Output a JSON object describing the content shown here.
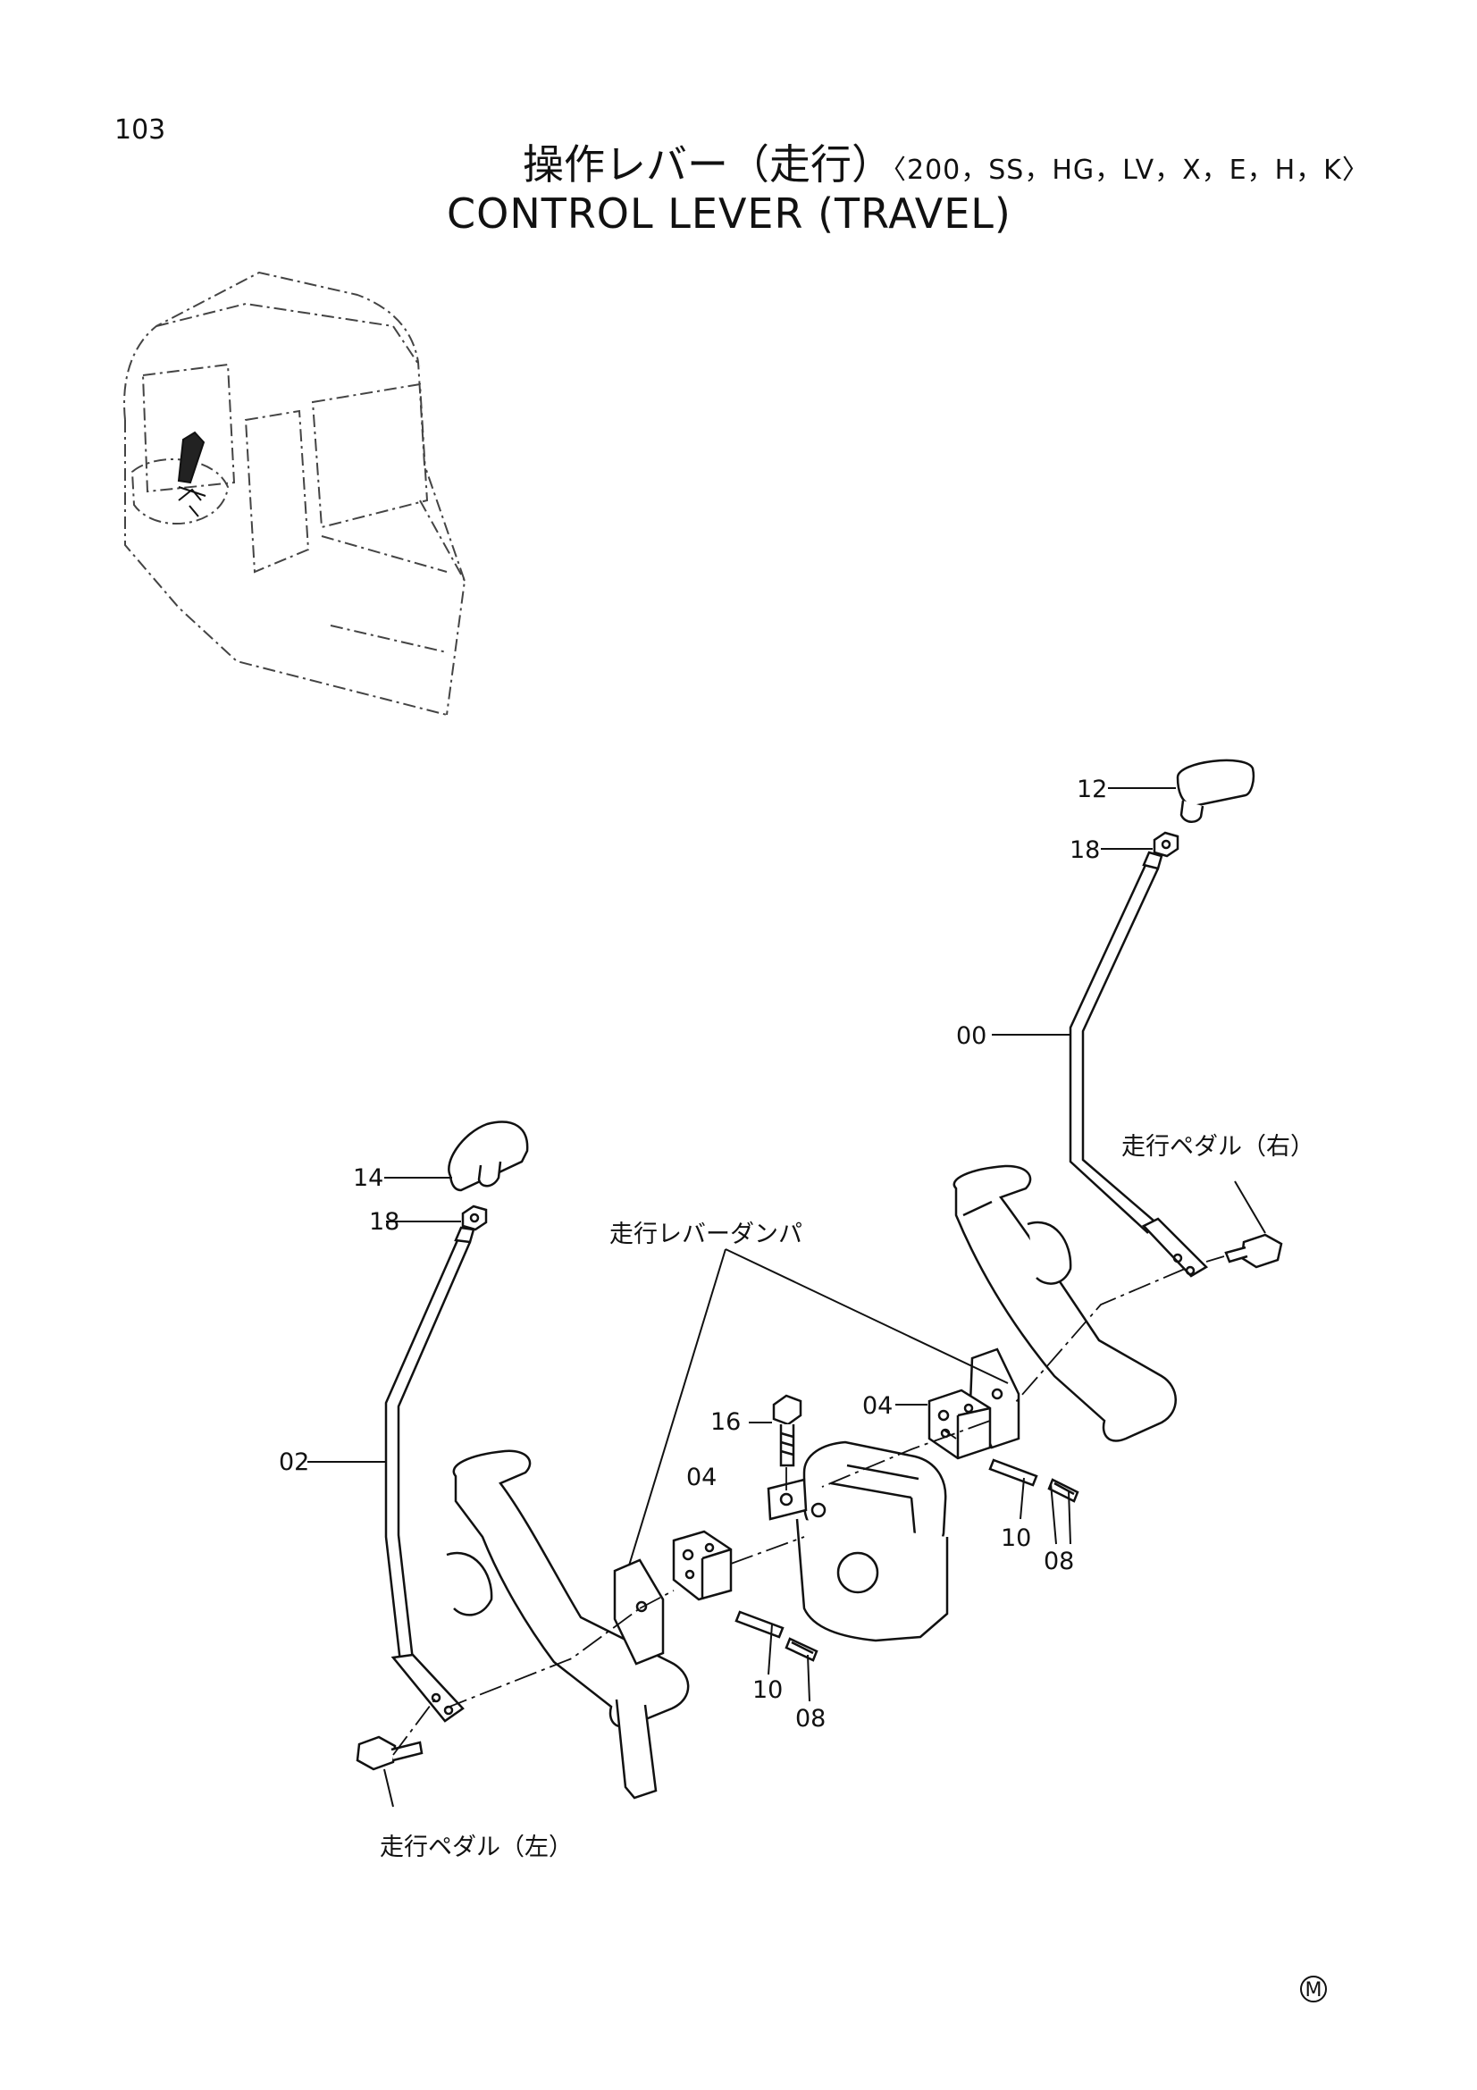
{
  "header": {
    "page_number": "103",
    "title_jp": "操作レバー（走行）",
    "title_variants": "〈200，SS，HG，LV，X，E，H，K〉",
    "title_en": "CONTROL LEVER (TRAVEL)"
  },
  "callouts": {
    "c12": "12",
    "c18_right": "18",
    "c00": "00",
    "c14": "14",
    "c18_left": "18",
    "c02": "02",
    "c16": "16",
    "c04_upper": "04",
    "c04_lower": "04",
    "c10_upper": "10",
    "c08_upper": "08",
    "c10_lower": "10",
    "c08_lower": "08"
  },
  "notes": {
    "travel_pedal_right": "走行ペダル（右）",
    "travel_pedal_left": "走行ペダル（左）",
    "travel_lever_damper": "走行レバーダンパ"
  },
  "footer": {
    "mark": "M"
  }
}
